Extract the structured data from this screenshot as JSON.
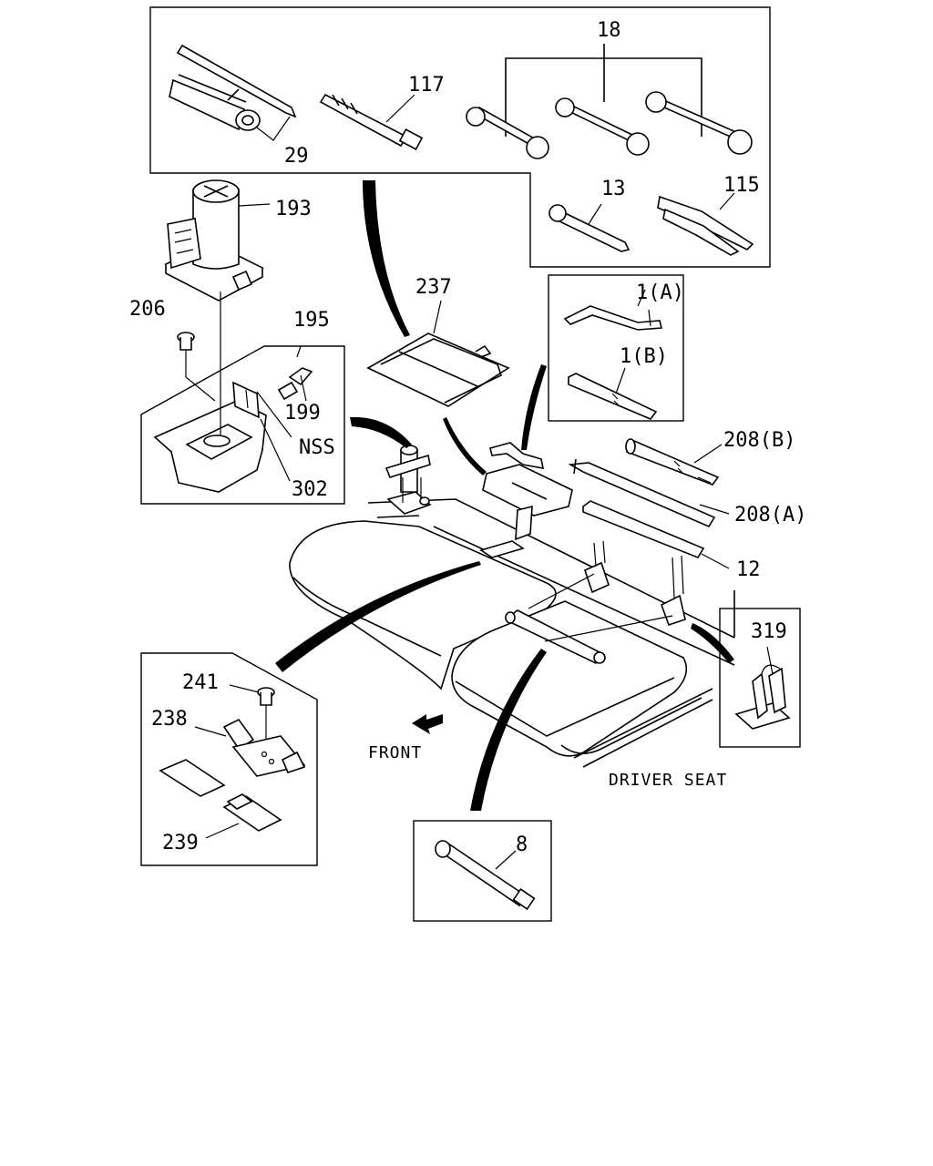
{
  "labels": {
    "p18": "18",
    "p117": "117",
    "p29": "29",
    "p13": "13",
    "p115": "115",
    "p193": "193",
    "p237": "237",
    "p1a": "1(A)",
    "p1b": "1(B)",
    "p206": "206",
    "p195": "195",
    "p199": "199",
    "nss": "NSS",
    "p302": "302",
    "p208b": "208(B)",
    "p208a": "208(A)",
    "p12": "12",
    "p319": "319",
    "p241": "241",
    "p238": "238",
    "p239": "239",
    "front": "FRONT",
    "driver_seat": "DRIVER SEAT",
    "p8": "8"
  }
}
